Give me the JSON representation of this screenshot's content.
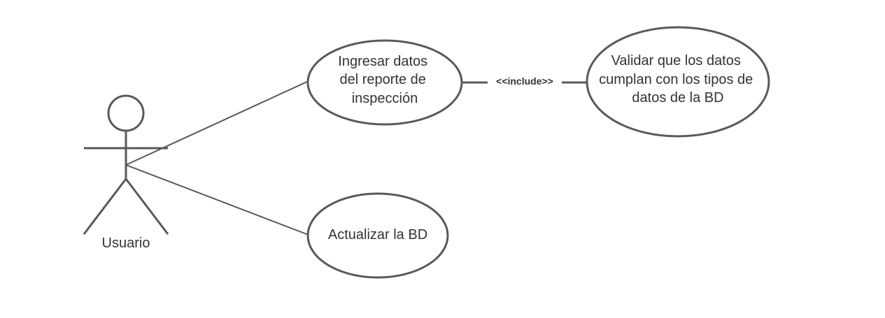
{
  "actor": {
    "name": "Usuario"
  },
  "use_cases": {
    "ingresar": {
      "lines": [
        "Ingresar datos",
        "del reporte de",
        "inspección"
      ]
    },
    "validar": {
      "lines": [
        "Validar que los datos",
        "cumplan con los tipos de",
        "datos de la BD"
      ]
    },
    "actualizar": {
      "lines": [
        "Actualizar la BD"
      ]
    }
  },
  "relations": {
    "include_label": "<<include>>"
  },
  "colors": {
    "stroke": "#595959",
    "text": "#333333",
    "background": "#ffffff"
  }
}
